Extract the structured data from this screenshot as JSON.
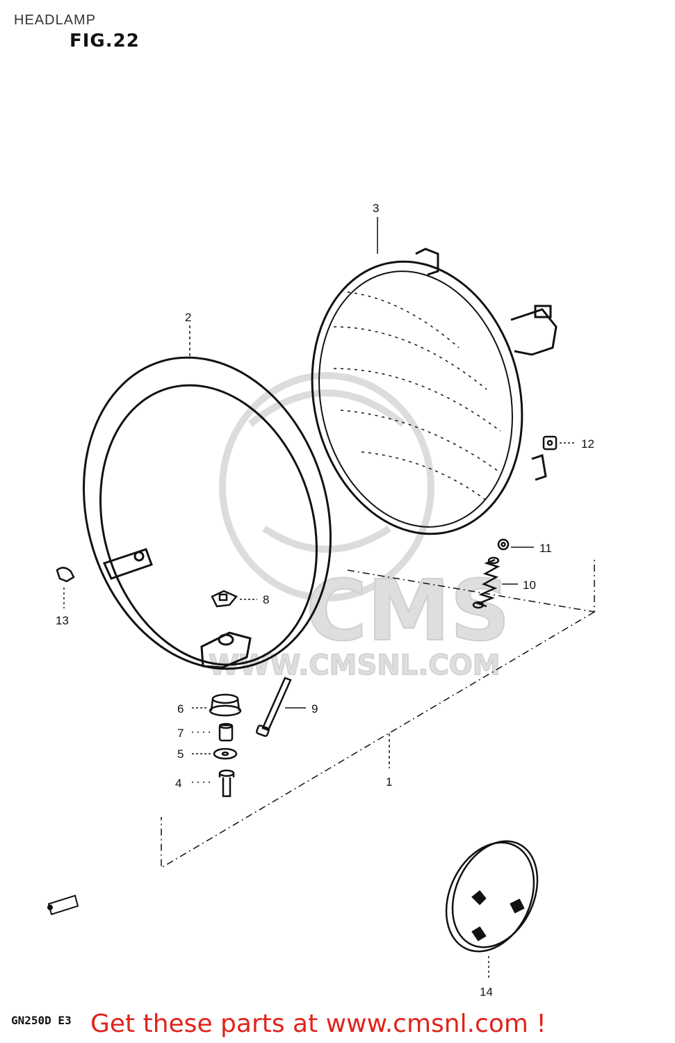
{
  "header": {
    "title": "HEADLAMP",
    "figure": "FIG.22"
  },
  "watermark": {
    "logo_text": "CMS",
    "site_text": "WWW.CMSNL.COM"
  },
  "parts": {
    "p1": "1",
    "p2": "2",
    "p3": "3",
    "p4": "4",
    "p5": "5",
    "p6": "6",
    "p7": "7",
    "p8": "8",
    "p9": "9",
    "p10": "10",
    "p11": "11",
    "p12": "12",
    "p13": "13",
    "p14": "14"
  },
  "footer": {
    "model_code": "GN250D E3",
    "promo": "Get these parts at www.cmsnl.com !"
  },
  "colors": {
    "line": "#111111",
    "promo": "#e0231b",
    "watermark": "#d9d9d9"
  }
}
